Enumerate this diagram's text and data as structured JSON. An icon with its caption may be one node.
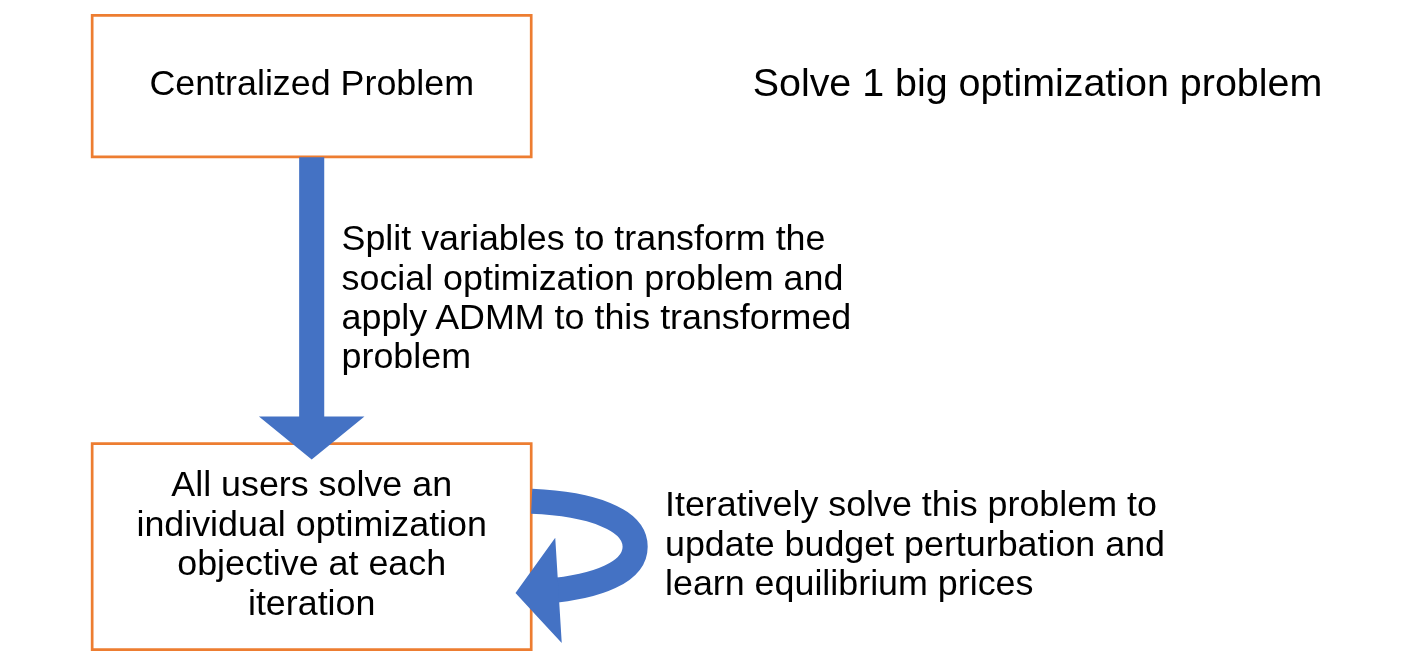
{
  "diagram": {
    "nodes": [
      {
        "text": [
          "Centralized Problem"
        ]
      },
      {
        "text": [
          "All users solve an individual optimization objective at each iteration"
        ]
      }
    ],
    "edges": [
      {
        "from": 0,
        "to": 1,
        "arrow": "to",
        "label": "Split variables to transform the social optimization problem and apply ADMM to this transformed problem"
      },
      {
        "from": 1,
        "to": 1,
        "arrow": "to",
        "label": "Iteratively solve this problem to update budget perturbation and learn equilibrium prices"
      }
    ],
    "labels": [
      "Solve 1 big optimization problem"
    ]
  }
}
